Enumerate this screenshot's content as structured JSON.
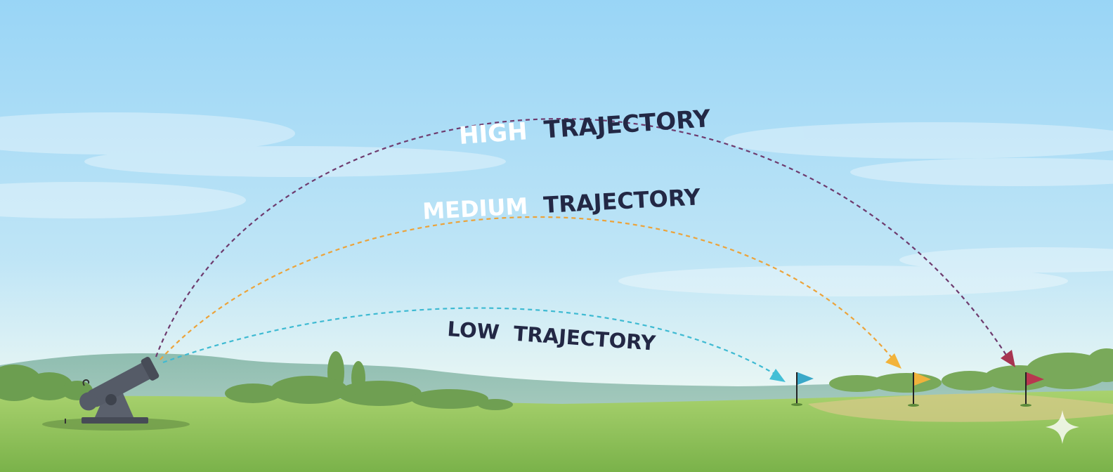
{
  "trajectories": [
    {
      "id": "high",
      "prefix": "HIGH",
      "word": "TRAJECTORY",
      "color": "#8a3a66"
    },
    {
      "id": "medium",
      "prefix": "MEDIUM",
      "word": "TRAJECTORY",
      "color": "#eea43a"
    },
    {
      "id": "low",
      "prefix": "LOW",
      "word": "TRAJECTORY",
      "color": "#3fb8d0"
    }
  ],
  "flags": [
    {
      "id": "low",
      "color": "#3aa8c8"
    },
    {
      "id": "medium",
      "color": "#f0b23c"
    },
    {
      "id": "high",
      "color": "#b8374f"
    }
  ],
  "colors": {
    "sky_top": "#9bd6f6",
    "sky_bottom": "#e6f5f6",
    "label_dark": "#232845",
    "label_light": "#ffffff",
    "grass": "#8cc35a",
    "cannon": "#4f5561"
  }
}
